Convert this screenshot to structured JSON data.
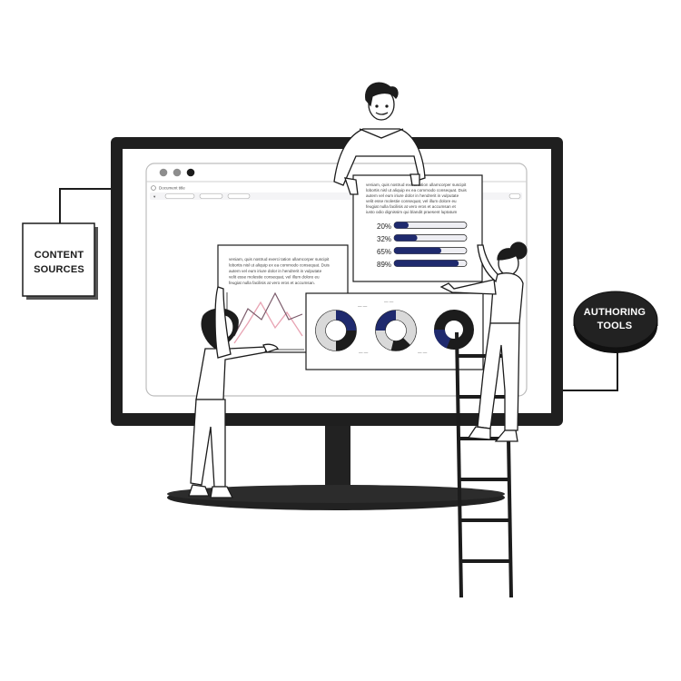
{
  "content_sources": {
    "line1": "CONTENT",
    "line2": "SOURCES"
  },
  "authoring_tools": {
    "line1": "AUTHORING",
    "line2": "TOOLS"
  },
  "browser": {
    "tab_text": "Document title"
  },
  "card_top": {
    "text_lines": [
      "veniam, quis nostrud exerci tation ullamcorper suscipit",
      "lobortis nisl ut aliquip ex ea commodo consequat. Duis",
      "autem vel eum iriure dolor in hendrerit in vulputate",
      "velit esse molestie consequat, vel illum dolore eu",
      "feugiat nulla facilisis at vero eros et accumsan et",
      "iusto odio dignissim qui blandit praesent luptatum"
    ],
    "bars": [
      {
        "label": "20%",
        "value": 20
      },
      {
        "label": "32%",
        "value": 32
      },
      {
        "label": "65%",
        "value": 65
      },
      {
        "label": "89%",
        "value": 89
      }
    ]
  },
  "card_left": {
    "text_lines": [
      "veniam, quis nostrud exerci tation ullamcorper suscipit",
      "lobortis nisl ut aliquip ex ea commodo consequat. Duis",
      "autem vel eum iriure dolor in hendrerit in vulputate",
      "velit esse molestie consequat, vel illum dolore eu",
      "feugiat nulla facilisis at vero eros et accumsan."
    ]
  },
  "colors": {
    "ink": "#1c1c1c",
    "accent": "#1f2a6e",
    "light_bar": "#eeeef3",
    "line_pink": "#e8a3b3",
    "line_dark": "#7a5a6a"
  }
}
